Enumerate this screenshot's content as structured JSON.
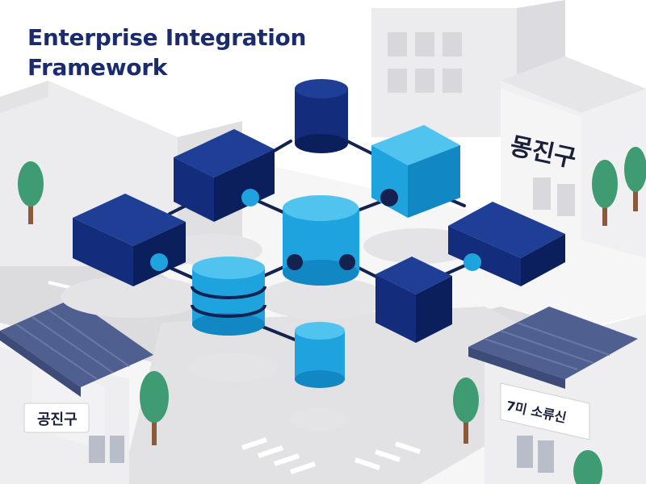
{
  "title": {
    "line1": "Enterprise Integration",
    "line2": "Framework"
  },
  "signs": {
    "right_building": "몽진구",
    "left_house": "공진구",
    "right_house": "7미 소류신"
  },
  "colors": {
    "navy": "#132d7c",
    "navy_top": "#1f3f97",
    "navy_side": "#0b1f5c",
    "cyan": "#1ea3df",
    "cyan_top": "#50c3ef",
    "cyan_side": "#1187c3",
    "connector": "#142250",
    "building": "#efeff1",
    "roof": "#4f5f8f",
    "road": "#d9d9dc",
    "tree": "#3f9b72"
  }
}
